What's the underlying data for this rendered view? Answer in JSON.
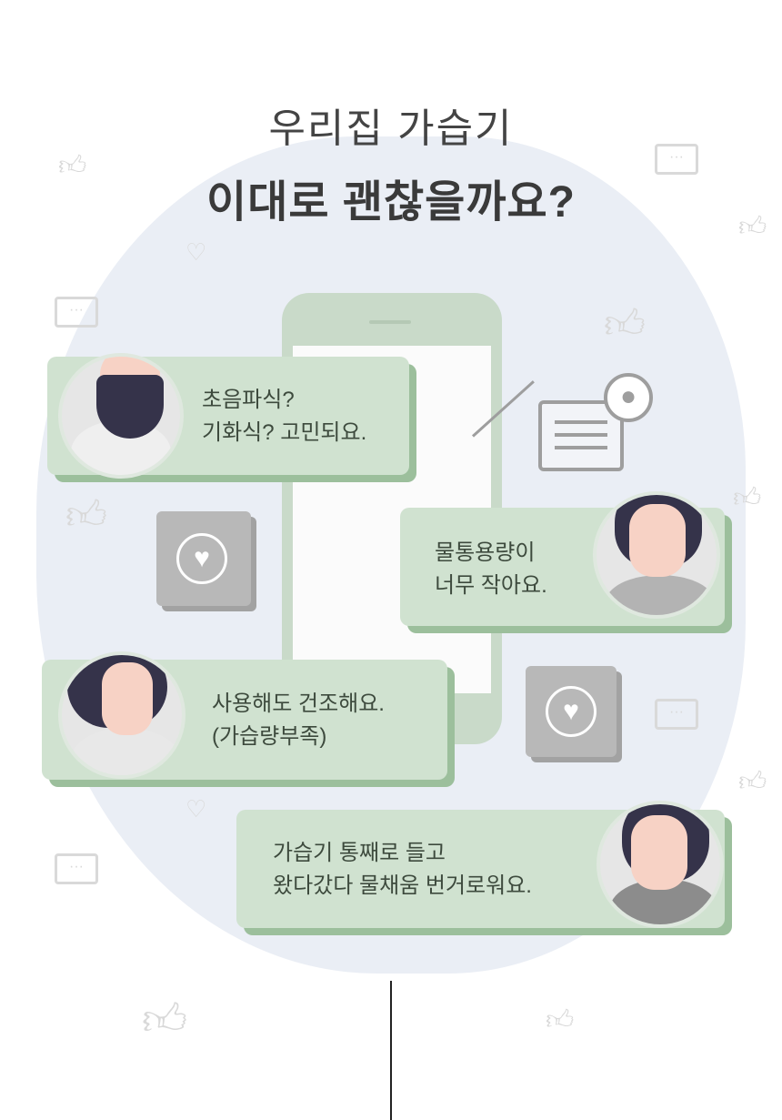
{
  "header": {
    "line1": "우리집 가습기",
    "line2": "이대로 괜찮을까요?"
  },
  "bubbles": [
    {
      "line1": "초음파식?",
      "line2": "기화식? 고민되요."
    },
    {
      "line1": "물통용량이",
      "line2": "너무 작아요."
    },
    {
      "line1": "사용해도 건조해요.",
      "line2": "(가습량부족)"
    },
    {
      "line1": "가습기 통째로 들고",
      "line2": "왔다갔다 물채움 번거로워요."
    }
  ],
  "colors": {
    "bubble": "#d0e2d0",
    "bubble_shadow": "#9cbf9c",
    "background_blob": "#e9eef5",
    "hair": "#35334a"
  }
}
